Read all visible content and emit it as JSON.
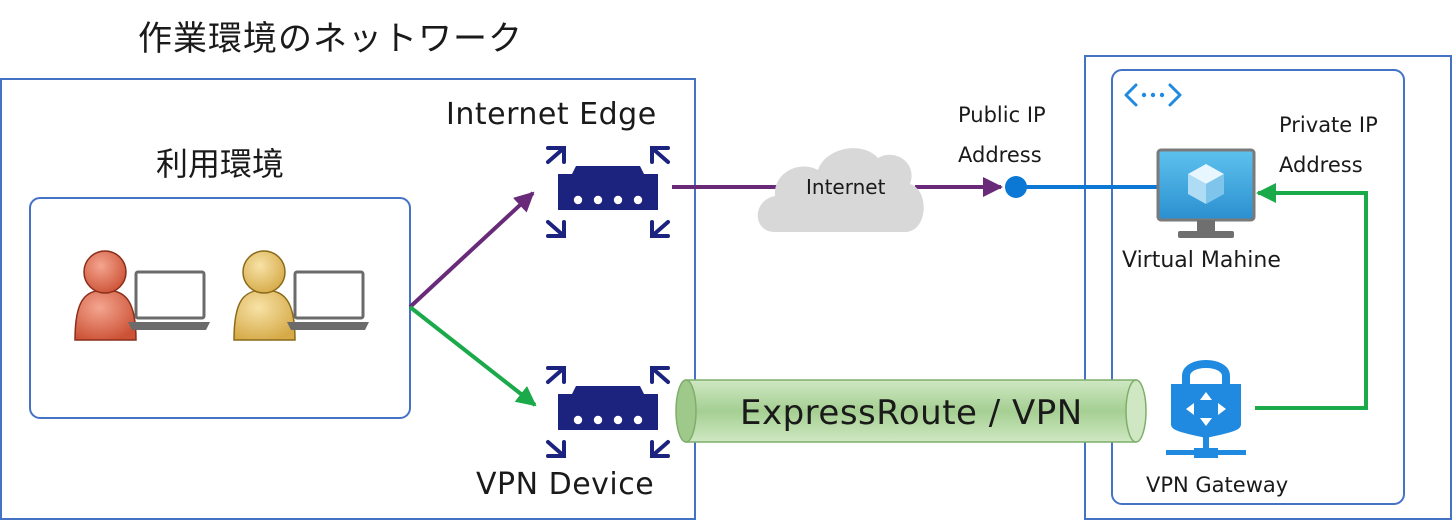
{
  "title": "作業環境のネットワーク",
  "usage_env": {
    "label": "利用環境"
  },
  "internet_edge": {
    "label": "Internet Edge"
  },
  "vpn_device": {
    "label": "VPN Device"
  },
  "internet": {
    "label": "Internet"
  },
  "public_ip": {
    "line1": "Public IP",
    "line2": "Address"
  },
  "private_ip": {
    "line1": "Private IP",
    "line2": "Address"
  },
  "virtual_machine": {
    "label": "Virtual Mahine"
  },
  "vpn_gateway": {
    "label": "VPN Gateway"
  },
  "expressroute": {
    "label": "ExpressRoute / VPN"
  },
  "colors": {
    "border_blue": "#4472c4",
    "router_navy": "#1c237e",
    "internet_path": "#6a2a7a",
    "private_path": "#1aaa4a",
    "public_link": "#0a78d4",
    "pipe_green": "#a7d196",
    "azure_blue": "#1f8ae0"
  }
}
